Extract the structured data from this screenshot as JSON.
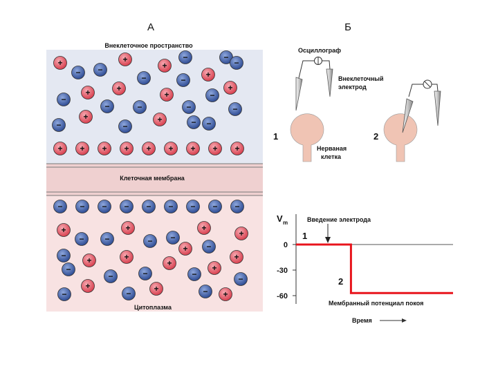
{
  "panel_a": {
    "letter": "А",
    "extracellular_label": "Внеклеточное пространство",
    "membrane_label": "Клеточная  мембрана",
    "cytoplasm_label": "Цитоплазма",
    "positive_symbol": "+",
    "negative_symbol": "−",
    "colors": {
      "positive": "#e0505e",
      "negative": "#3f5ea8",
      "outside_bg": "#e4e8f2",
      "inside_bg": "#f8e2e2",
      "membrane": "#efd0d0"
    }
  },
  "panel_b": {
    "letter": "Б",
    "oscillograph_label": "Осциллограф",
    "electrode_label_line1": "Внеклеточный",
    "electrode_label_line2": "электрод",
    "step1": "1",
    "step2": "2",
    "cell_label_line1": "Нерваная",
    "cell_label_line2": "клетка",
    "cell_color": "#f0c4b4"
  },
  "graph": {
    "y_axis_label": "V",
    "y_axis_sub": "m",
    "electrode_insertion_label": "Введение электрода",
    "tick_labels": [
      "0",
      "-30",
      "-60"
    ],
    "phase1": "1",
    "phase2": "2",
    "resting_label": "Мембранный потенциал покоя",
    "x_axis_label": "Время",
    "trace_color": "#e8141c",
    "y_ticks": [
      0,
      -30,
      -60
    ],
    "trace": [
      [
        0,
        0
      ],
      [
        0.35,
        0
      ],
      [
        0.35,
        -57
      ],
      [
        1.0,
        -57
      ]
    ]
  }
}
